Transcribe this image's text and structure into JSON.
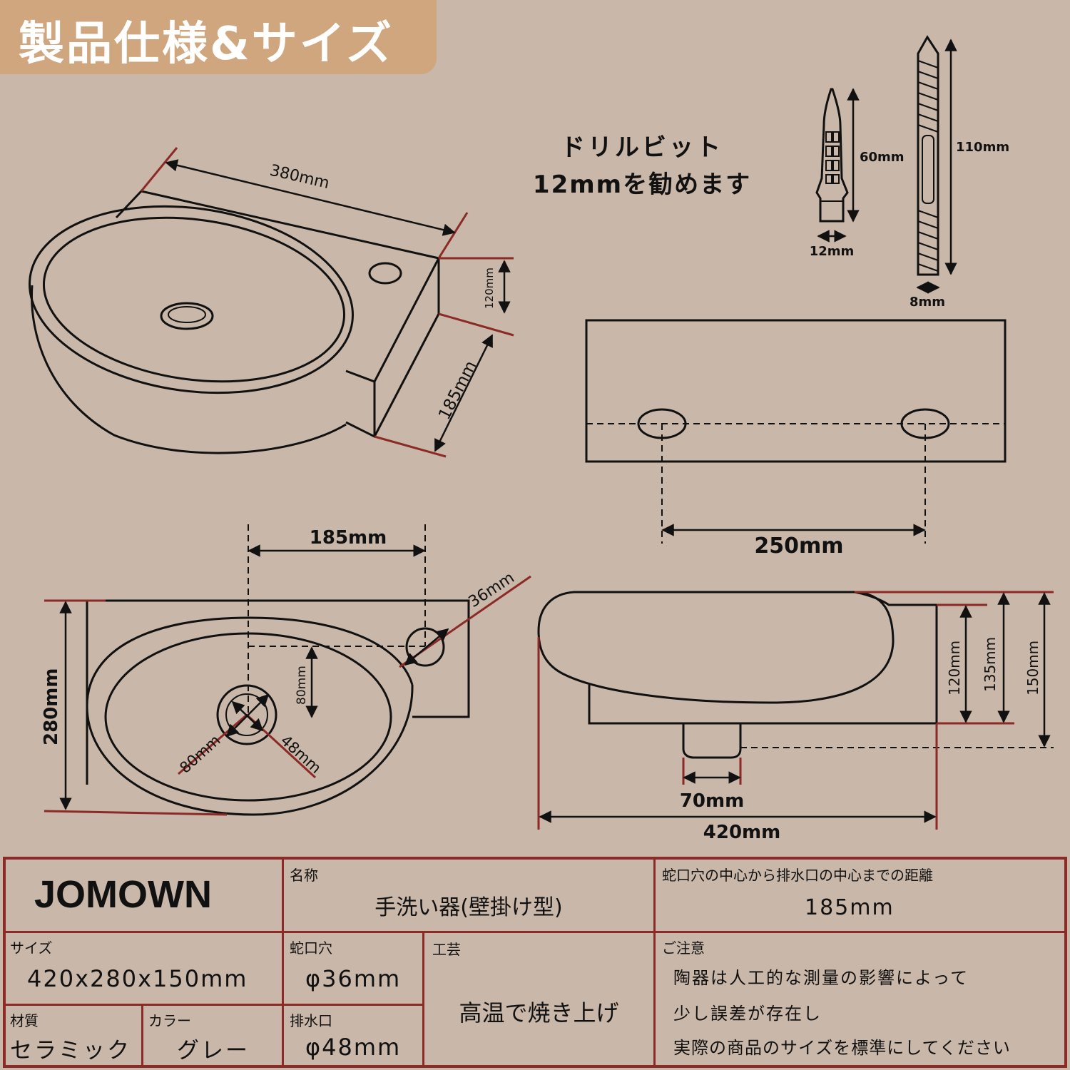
{
  "title": "製品仕様&サイズ",
  "diagram": {
    "drill_note": [
      "ドリルビット",
      "12mmを勧めます"
    ],
    "iso_width": "380mm",
    "iso_height": "120mm",
    "iso_depth": "185mm",
    "anchor_length": "60mm",
    "anchor_diameter": "12mm",
    "bolt_length": "110mm",
    "bolt_diameter": "8mm",
    "hole_spacing": "250mm",
    "top_faucet_to_drain": "185mm",
    "top_faucet_hole": "36mm",
    "top_depth": "280mm",
    "top_offset": "80mm",
    "top_drain_outer": "80mm",
    "top_drain_inner": "48mm",
    "side_h1": "120mm",
    "side_h2": "135mm",
    "side_h3": "150mm",
    "side_drain_width": "70mm",
    "side_width": "420mm"
  },
  "table": {
    "brand": "JOMOWN",
    "name_label": "名称",
    "name_value": "手洗い器(壁掛け型)",
    "distance_label": "蛇口穴の中心から排水口の中心までの距離",
    "distance_value": "185mm",
    "size_label": "サイズ",
    "size_value": "420x280x150mm",
    "faucet_label": "蛇口穴",
    "faucet_value": "φ36mm",
    "craft_label": "工芸",
    "craft_value": "高温で焼き上げ",
    "notice_label": "ご注意",
    "notice_lines": [
      "陶器は人工的な測量の影響によって",
      "少し誤差が存在し",
      "実際の商品のサイズを標準にしてください"
    ],
    "material_label": "材質",
    "material_value": "セラミック",
    "color_label": "カラー",
    "color_value": "グレー",
    "drain_label": "排水口",
    "drain_value": "φ48mm"
  }
}
